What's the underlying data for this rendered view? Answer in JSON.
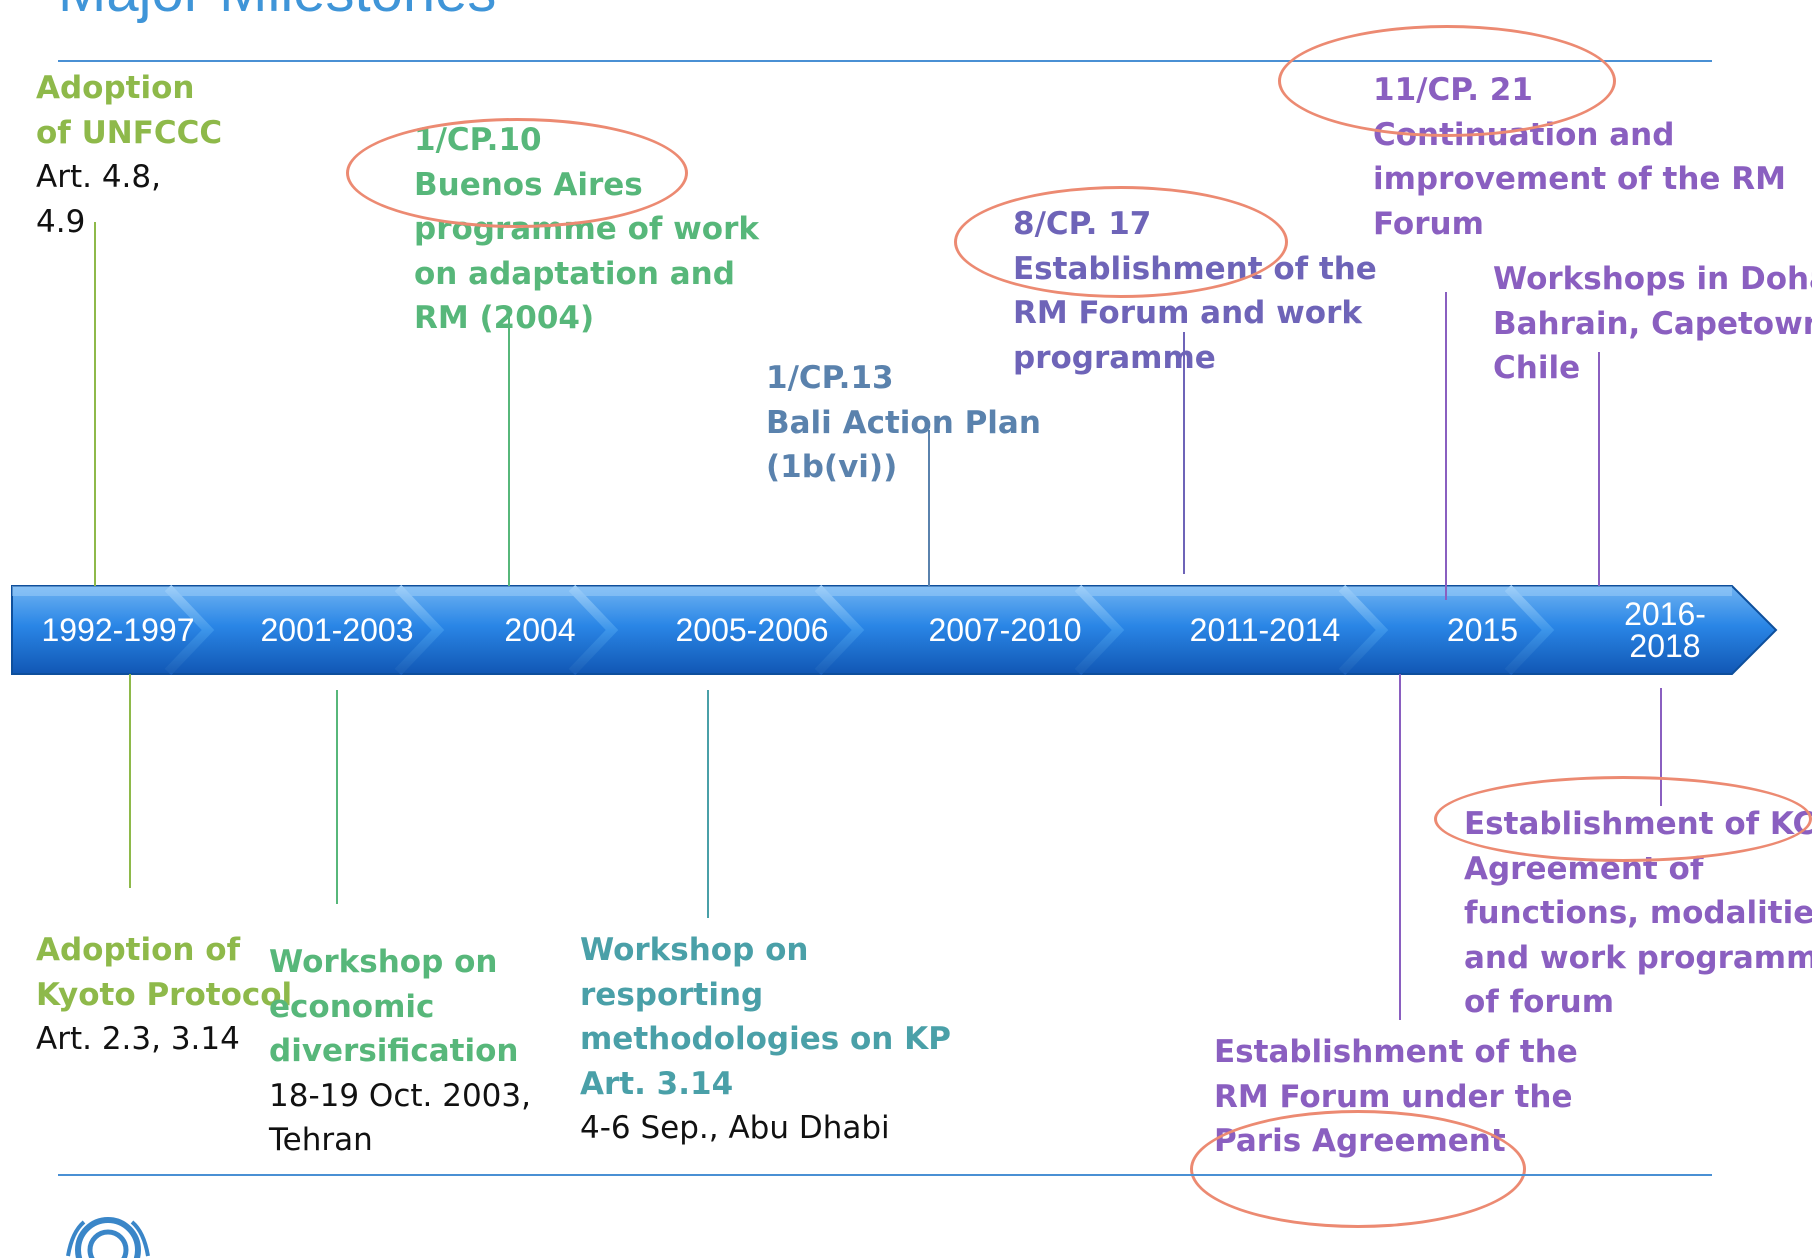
{
  "page": {
    "title": "Major Milestones"
  },
  "timeline": {
    "periods": [
      "1992-1997",
      "2001-2003",
      "2004",
      "2005-2006",
      "2007-2010",
      "2011-2014",
      "2015",
      "2016-2018"
    ]
  },
  "milestones_above": [
    {
      "title_lines": [
        "Adoption",
        "of UNFCCC"
      ],
      "detail_lines": [
        "Art. 4.8,",
        "4.9"
      ]
    },
    {
      "title_lines": [
        "1/CP.10",
        "Buenos Aires",
        "programme of work",
        "on adaptation and",
        "RM (2004)"
      ]
    },
    {
      "title_lines": [
        "1/CP.13",
        "Bali Action Plan",
        "(1b(vi))"
      ]
    },
    {
      "title_lines": [
        "8/CP. 17",
        "Establishment of the",
        "RM Forum and work",
        "programme"
      ]
    },
    {
      "title_lines": [
        "11/CP. 21",
        "Continuation and",
        "improvement of the RM",
        "Forum"
      ]
    },
    {
      "title_lines": [
        "Workshops in Doha,",
        "Bahrain, Capetown,",
        "Chile"
      ]
    }
  ],
  "milestones_below": [
    {
      "title_lines": [
        "Adoption of",
        "Kyoto Protocol"
      ],
      "detail_lines": [
        "Art. 2.3, 3.14"
      ]
    },
    {
      "title_lines": [
        "Workshop on",
        "economic",
        "diversification"
      ],
      "detail_lines": [
        "18-19 Oct. 2003,",
        "Tehran"
      ]
    },
    {
      "title_lines": [
        "Workshop on",
        "resporting",
        "methodologies on KP",
        "Art. 3.14"
      ],
      "detail_lines": [
        "4-6 Sep., Abu Dhabi"
      ]
    },
    {
      "title_lines": [
        "Establishment of the",
        "RM Forum under the",
        "Paris Agreement"
      ]
    },
    {
      "title_lines": [
        "Establishment of KCI",
        "Agreement of",
        "functions, modalities",
        "and work programme",
        "of forum"
      ]
    }
  ],
  "colors": {
    "title": "#3f95d8",
    "arrow": "#1f6fd0",
    "highlight_ellipse": "#ec8a72",
    "green": "#8eb94a",
    "green2": "#57b77a",
    "teal": "#4aa0a8",
    "slate": "#5a82ad",
    "indigo": "#6e64b8",
    "purple": "#8a5fc0"
  },
  "icons": {
    "logo": "unfccc-logo-icon"
  }
}
